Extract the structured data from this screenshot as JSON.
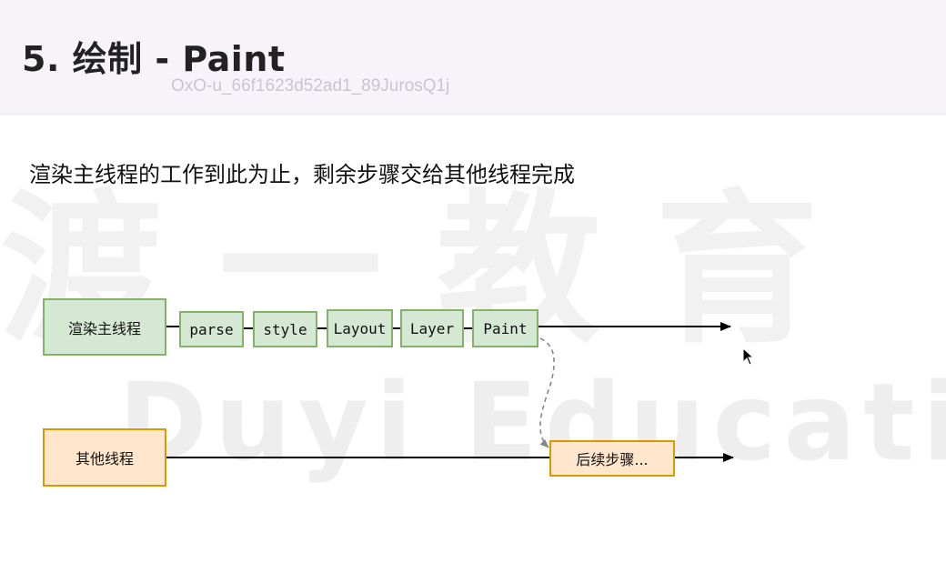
{
  "header": {
    "title": "5. 绘制 - Paint",
    "session_id": "OxO-u_66f1623d52ad1_89JurosQ1j"
  },
  "subtitle": "渲染主线程的工作到此为止，剩余步骤交给其他线程完成",
  "watermark": {
    "cn": "渡一教育",
    "en": "Duyi Education"
  },
  "diagram": {
    "main_thread_label": "渲染主线程",
    "stages": [
      "parse",
      "style",
      "Layout",
      "Layer",
      "Paint"
    ],
    "other_threads_label": "其他线程",
    "next_step_label": "后续步骤..."
  },
  "colors": {
    "stage_fill": "#d5e8d4",
    "stage_border": "#82b366",
    "thread_fill": "#ffe6cc",
    "thread_border": "#d79b00"
  }
}
